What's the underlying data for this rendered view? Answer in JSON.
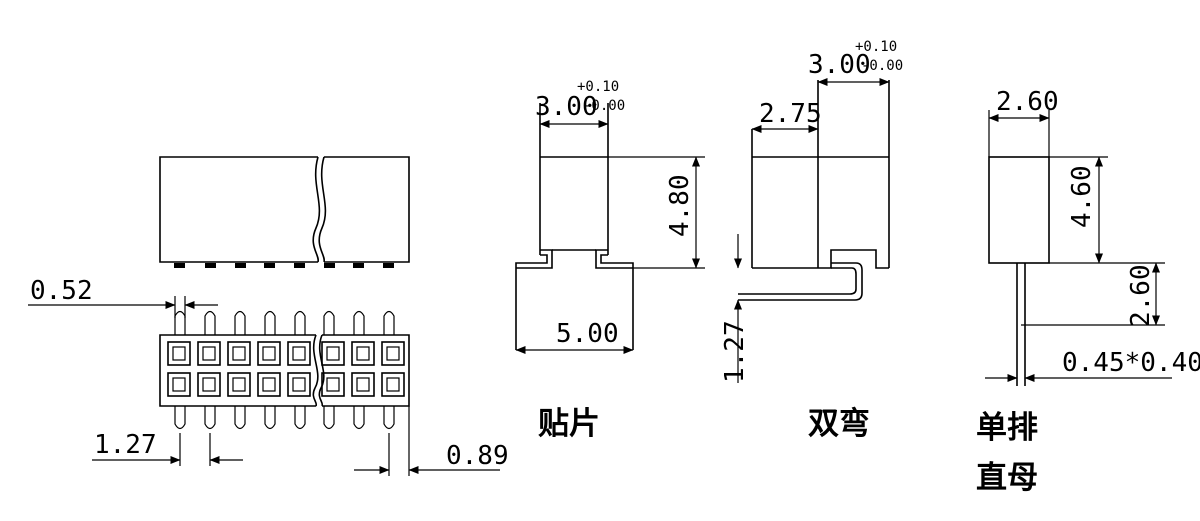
{
  "views": {
    "front": {
      "dim_pin_width": "0.52",
      "dim_pitch": "1.27",
      "dim_offset": "0.89"
    },
    "smt": {
      "caption": "贴片",
      "dim_width": "3.00",
      "tol_plus": "+0.10",
      "tol_minus": "-0.00",
      "dim_height": "4.80",
      "dim_foot": "5.00"
    },
    "double_bend": {
      "caption": "双弯",
      "dim_width": "3.00",
      "tol_plus": "+0.10",
      "tol_minus": "-0.00",
      "dim_left": "2.75",
      "dim_pitch": "1.27"
    },
    "single_row": {
      "caption_line1": "单排",
      "caption_line2": "直母",
      "dim_width": "2.60",
      "dim_height": "4.60",
      "dim_pin_length": "2.60",
      "dim_pin_section": "0.45*0.40"
    }
  }
}
